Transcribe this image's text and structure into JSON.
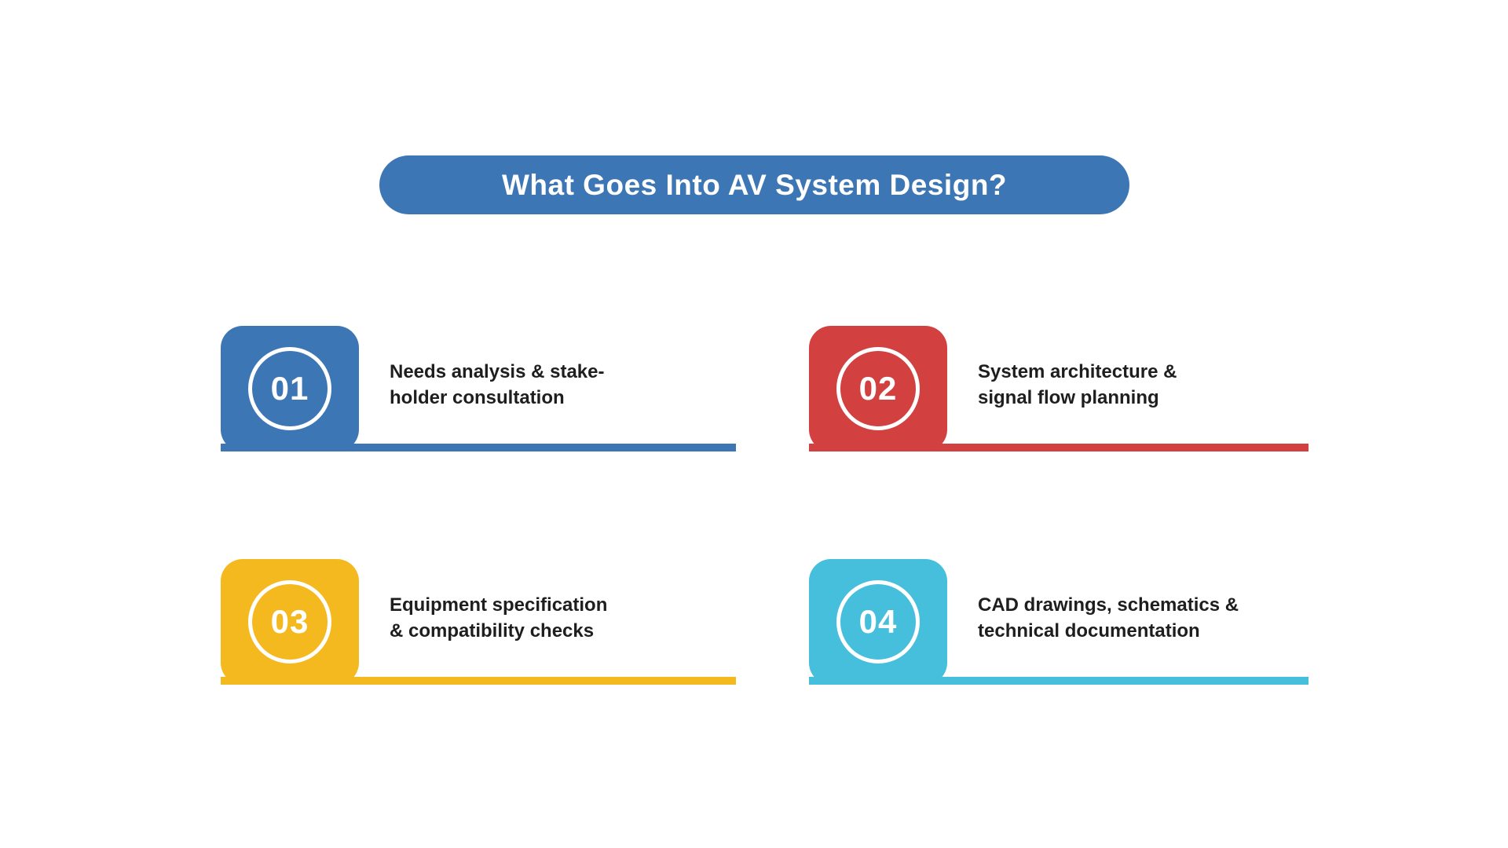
{
  "background_color": "#ffffff",
  "title": {
    "text": "What Goes Into AV System Design?",
    "bg_color": "#3d76b4",
    "text_color": "#ffffff"
  },
  "cards": [
    {
      "number": "01",
      "lines": [
        "Needs analysis & stake-",
        "holder consultation"
      ],
      "color": "#3d76b4"
    },
    {
      "number": "02",
      "lines": [
        "System architecture &",
        "signal flow planning"
      ],
      "color": "#d24040"
    },
    {
      "number": "03",
      "lines": [
        "Equipment specification",
        "& compatibility checks"
      ],
      "color": "#f5b920"
    },
    {
      "number": "04",
      "lines": [
        "CAD drawings, schematics &",
        "technical documentation"
      ],
      "color": "#45bfdb"
    }
  ]
}
